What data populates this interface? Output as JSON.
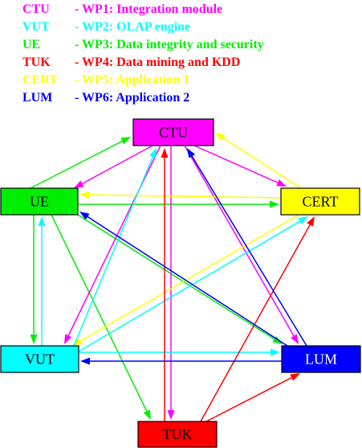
{
  "legend": [
    {
      "code": "CTU",
      "text": "- WP1: Integration module",
      "color": "#ff00ff"
    },
    {
      "code": "VUT",
      "text": "- WP2: OLAP engine",
      "color": "#00ffff"
    },
    {
      "code": "UE",
      "text": "- WP3: Data integrity and security",
      "color": "#00ee00"
    },
    {
      "code": "TUK",
      "text": "- WP4: Data mining and KDD",
      "color": "#ff0000"
    },
    {
      "code": "CERT",
      "text": "- WP5: Application 1",
      "color": "#ffff00"
    },
    {
      "code": "LUM",
      "text": "- WP6: Application 2",
      "color": "#0000ff"
    }
  ],
  "nodes": [
    {
      "id": "CTU",
      "label": "CTU",
      "fill": "#ff00ff",
      "text_color": "#000000"
    },
    {
      "id": "UE",
      "label": "UE",
      "fill": "#00ee00",
      "text_color": "#000000"
    },
    {
      "id": "CERT",
      "label": "CERT",
      "fill": "#ffff00",
      "text_color": "#000000"
    },
    {
      "id": "VUT",
      "label": "VUT",
      "fill": "#00ffff",
      "text_color": "#000000"
    },
    {
      "id": "LUM",
      "label": "LUM",
      "fill": "#0000ff",
      "text_color": "#ffffff"
    },
    {
      "id": "TUK",
      "label": "TUK",
      "fill": "#ff0000",
      "text_color": "#000000"
    }
  ],
  "edges": [
    {
      "from": "UE",
      "to": "CTU",
      "color": "#00ee00"
    },
    {
      "from": "UE",
      "to": "CERT",
      "color": "#00ee00"
    },
    {
      "from": "UE",
      "to": "VUT",
      "color": "#00ee00"
    },
    {
      "from": "UE",
      "to": "LUM",
      "color": "#00ee00"
    },
    {
      "from": "UE",
      "to": "TUK",
      "color": "#00ee00"
    },
    {
      "from": "CTU",
      "to": "UE",
      "color": "#ff00ff"
    },
    {
      "from": "CTU",
      "to": "CERT",
      "color": "#ff00ff"
    },
    {
      "from": "CTU",
      "to": "VUT",
      "color": "#ff00ff"
    },
    {
      "from": "CTU",
      "to": "LUM",
      "color": "#ff00ff"
    },
    {
      "from": "CTU",
      "to": "TUK",
      "color": "#ff00ff"
    },
    {
      "from": "CERT",
      "to": "CTU",
      "color": "#ffff00"
    },
    {
      "from": "CERT",
      "to": "UE",
      "color": "#ffff00"
    },
    {
      "from": "CERT",
      "to": "VUT",
      "color": "#ffff00"
    },
    {
      "from": "VUT",
      "to": "CTU",
      "color": "#00ffff"
    },
    {
      "from": "VUT",
      "to": "UE",
      "color": "#00ffff"
    },
    {
      "from": "VUT",
      "to": "CERT",
      "color": "#00ffff"
    },
    {
      "from": "VUT",
      "to": "LUM",
      "color": "#00ffff"
    },
    {
      "from": "TUK",
      "to": "CTU",
      "color": "#ff0000"
    },
    {
      "from": "TUK",
      "to": "CERT",
      "color": "#ff0000"
    },
    {
      "from": "TUK",
      "to": "LUM",
      "color": "#ff0000"
    },
    {
      "from": "LUM",
      "to": "CTU",
      "color": "#0000ff"
    },
    {
      "from": "LUM",
      "to": "UE",
      "color": "#0000ff"
    },
    {
      "from": "LUM",
      "to": "VUT",
      "color": "#0000ff"
    }
  ]
}
